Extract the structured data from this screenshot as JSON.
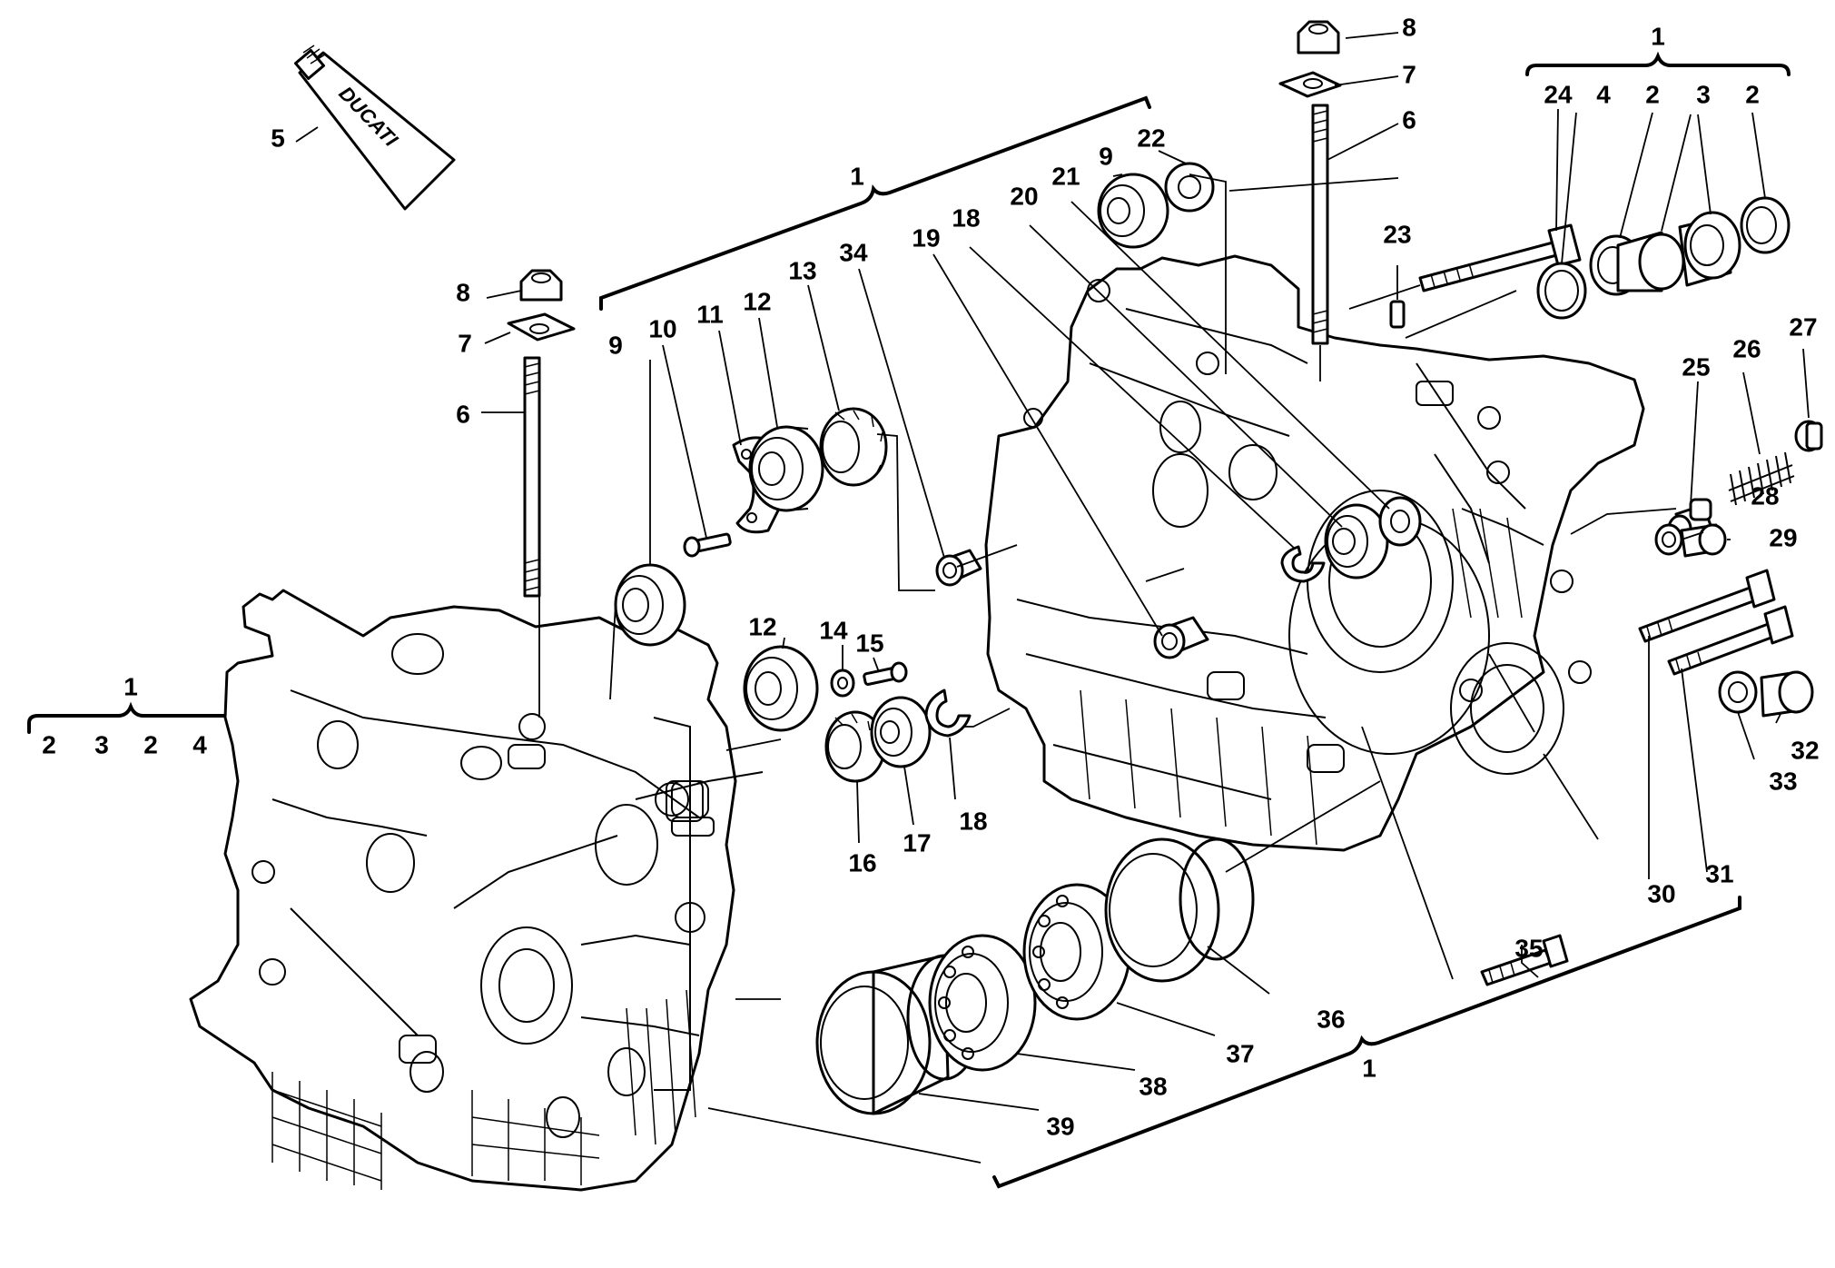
{
  "diagram": {
    "brand_text": "DUCATI",
    "callouts": {
      "c1_top_right": "1",
      "c1_top_mid": "1",
      "c1_left": "1",
      "c1_bottom": "1",
      "c2_left_a": "2",
      "c3_left": "3",
      "c2_left_b": "2",
      "c4_left": "4",
      "c5": "5",
      "c6_left": "6",
      "c7_left": "7",
      "c8_left": "8",
      "c9_left": "9",
      "c10": "10",
      "c11": "11",
      "c12_top": "12",
      "c13": "13",
      "c34": "34",
      "c19": "19",
      "c18_top": "18",
      "c20": "20",
      "c21": "21",
      "c9_top": "9",
      "c22": "22",
      "c8_right": "8",
      "c7_right": "7",
      "c6_right": "6",
      "c23": "23",
      "c24": "24",
      "c4_right": "4",
      "c2_right_a": "2",
      "c3_right": "3",
      "c2_right_b": "2",
      "c25": "25",
      "c26": "26",
      "c27": "27",
      "c28": "28",
      "c29": "29",
      "c12_mid": "12",
      "c14": "14",
      "c15": "15",
      "c16": "16",
      "c17": "17",
      "c18_mid": "18",
      "c30": "30",
      "c31": "31",
      "c32": "32",
      "c33": "33",
      "c35": "35",
      "c36": "36",
      "c37": "37",
      "c38": "38",
      "c39": "39"
    }
  }
}
